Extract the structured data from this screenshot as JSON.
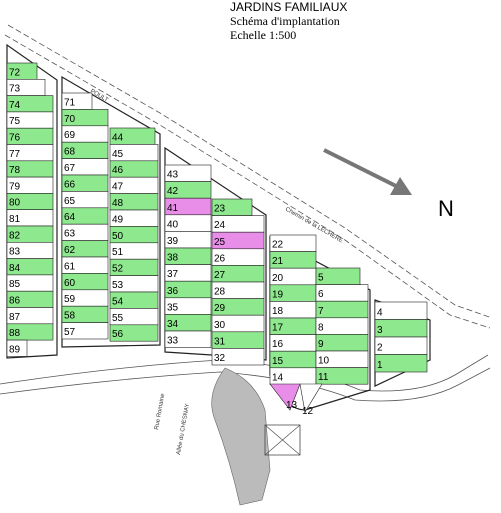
{
  "header": {
    "title": "JARDINS FAMILIAUX",
    "subtitle": "Schéma d'implantation",
    "scale": "Echelle 1:500"
  },
  "north": {
    "label": "N"
  },
  "colors": {
    "green": "#8ee88e",
    "pink": "#e88ee8",
    "white": "#ffffff",
    "line": "#222222"
  },
  "roads": {
    "top": "POULT",
    "middle": "Chemin de la LECHERE",
    "lower_left": "Rue Romaine",
    "lower_mid": "Allée du CHESNAY"
  },
  "lots": [
    {
      "n": "72",
      "c": "green"
    },
    {
      "n": "73",
      "c": "white"
    },
    {
      "n": "74",
      "c": "green"
    },
    {
      "n": "75",
      "c": "white"
    },
    {
      "n": "76",
      "c": "green"
    },
    {
      "n": "77",
      "c": "white"
    },
    {
      "n": "78",
      "c": "green"
    },
    {
      "n": "79",
      "c": "white"
    },
    {
      "n": "80",
      "c": "green"
    },
    {
      "n": "81",
      "c": "white"
    },
    {
      "n": "82",
      "c": "green"
    },
    {
      "n": "83",
      "c": "white"
    },
    {
      "n": "84",
      "c": "green"
    },
    {
      "n": "85",
      "c": "white"
    },
    {
      "n": "86",
      "c": "green"
    },
    {
      "n": "87",
      "c": "white"
    },
    {
      "n": "88",
      "c": "green"
    },
    {
      "n": "89",
      "c": "white"
    },
    {
      "n": "71",
      "c": "white"
    },
    {
      "n": "70",
      "c": "green"
    },
    {
      "n": "69",
      "c": "white"
    },
    {
      "n": "68",
      "c": "green"
    },
    {
      "n": "67",
      "c": "white"
    },
    {
      "n": "66",
      "c": "green"
    },
    {
      "n": "65",
      "c": "white"
    },
    {
      "n": "64",
      "c": "green"
    },
    {
      "n": "63",
      "c": "white"
    },
    {
      "n": "62",
      "c": "green"
    },
    {
      "n": "61",
      "c": "white"
    },
    {
      "n": "60",
      "c": "green"
    },
    {
      "n": "59",
      "c": "white"
    },
    {
      "n": "58",
      "c": "green"
    },
    {
      "n": "57",
      "c": "white"
    },
    {
      "n": "44",
      "c": "green"
    },
    {
      "n": "45",
      "c": "white"
    },
    {
      "n": "46",
      "c": "green"
    },
    {
      "n": "47",
      "c": "white"
    },
    {
      "n": "48",
      "c": "green"
    },
    {
      "n": "49",
      "c": "white"
    },
    {
      "n": "50",
      "c": "green"
    },
    {
      "n": "51",
      "c": "white"
    },
    {
      "n": "52",
      "c": "green"
    },
    {
      "n": "53",
      "c": "white"
    },
    {
      "n": "54",
      "c": "green"
    },
    {
      "n": "55",
      "c": "white"
    },
    {
      "n": "56",
      "c": "green"
    },
    {
      "n": "43",
      "c": "white"
    },
    {
      "n": "42",
      "c": "green"
    },
    {
      "n": "41",
      "c": "pink"
    },
    {
      "n": "40",
      "c": "white"
    },
    {
      "n": "39",
      "c": "white"
    },
    {
      "n": "38",
      "c": "green"
    },
    {
      "n": "37",
      "c": "white"
    },
    {
      "n": "36",
      "c": "green"
    },
    {
      "n": "35",
      "c": "white"
    },
    {
      "n": "34",
      "c": "green"
    },
    {
      "n": "33",
      "c": "white"
    },
    {
      "n": "23",
      "c": "green"
    },
    {
      "n": "24",
      "c": "white"
    },
    {
      "n": "25",
      "c": "pink"
    },
    {
      "n": "26",
      "c": "white"
    },
    {
      "n": "27",
      "c": "green"
    },
    {
      "n": "28",
      "c": "white"
    },
    {
      "n": "29",
      "c": "green"
    },
    {
      "n": "30",
      "c": "white"
    },
    {
      "n": "31",
      "c": "green"
    },
    {
      "n": "32",
      "c": "white"
    },
    {
      "n": "22",
      "c": "white"
    },
    {
      "n": "21",
      "c": "green"
    },
    {
      "n": "20",
      "c": "white"
    },
    {
      "n": "19",
      "c": "green"
    },
    {
      "n": "18",
      "c": "white"
    },
    {
      "n": "17",
      "c": "green"
    },
    {
      "n": "16",
      "c": "white"
    },
    {
      "n": "15",
      "c": "green"
    },
    {
      "n": "14",
      "c": "white"
    },
    {
      "n": "13",
      "c": "pink"
    },
    {
      "n": "12",
      "c": "white"
    },
    {
      "n": "5",
      "c": "green"
    },
    {
      "n": "6",
      "c": "white"
    },
    {
      "n": "7",
      "c": "green"
    },
    {
      "n": "8",
      "c": "white"
    },
    {
      "n": "9",
      "c": "green"
    },
    {
      "n": "10",
      "c": "white"
    },
    {
      "n": "11",
      "c": "green"
    },
    {
      "n": "4",
      "c": "white"
    },
    {
      "n": "3",
      "c": "green"
    },
    {
      "n": "2",
      "c": "white"
    },
    {
      "n": "1",
      "c": "green"
    }
  ]
}
